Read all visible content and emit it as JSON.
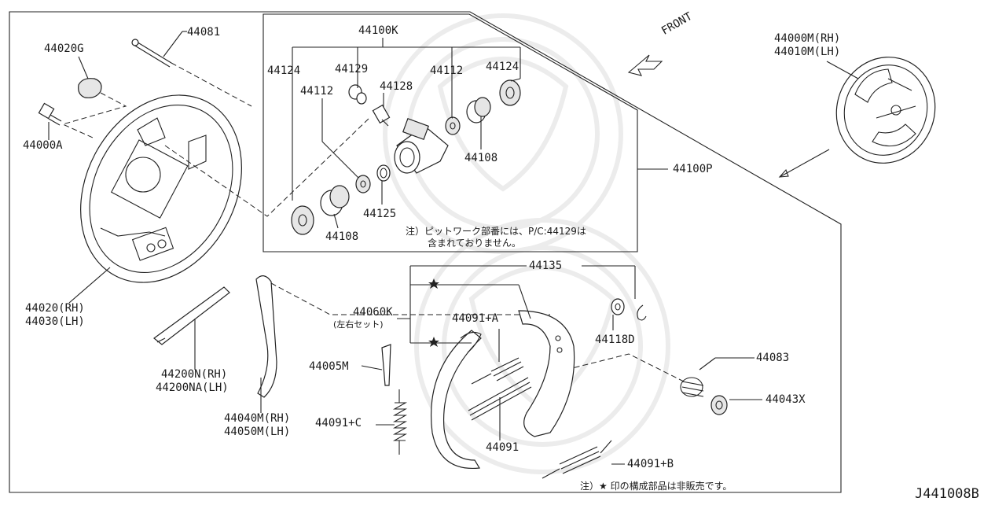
{
  "diagram": {
    "title_code": "J441008B",
    "front_label": "FRONT",
    "notes": {
      "kit_note_line1": "注）ピットワーク部番には、P/C:44129は",
      "kit_note_line2": "含まれておりません。",
      "star_note": "注）★ 印の構成部品は非販売です。"
    },
    "part_labels": {
      "p44081": "44081",
      "p44020G": "44020G",
      "p44000A": "44000A",
      "p44020RH": "44020(RH)",
      "p44030LH": "44030(LH)",
      "p44100K": "44100K",
      "p44124_left": "44124",
      "p44129": "44129",
      "p44112_left": "44112",
      "p44128": "44128",
      "p44112_right": "44112",
      "p44124_right": "44124",
      "p44108_right": "44108",
      "p44125": "44125",
      "p44108_left": "44108",
      "p44100P": "44100P",
      "p44000M": "44000M(RH)",
      "p44010M": "44010M(LH)",
      "p44135": "44135",
      "p44060K": "44060K",
      "p44060K_sub": "(左右セット)",
      "p44091A": "44091+A",
      "p44118D": "44118D",
      "p44083": "44083",
      "p44043X": "44043X",
      "p44005M": "44005M",
      "p44091C": "44091+C",
      "p44091": "44091",
      "p44091B": "44091+B",
      "p44200N": "44200N(RH)",
      "p44200NA": "44200NA(LH)",
      "p44040M": "44040M(RH)",
      "p44050M": "44050M(LH)"
    }
  }
}
